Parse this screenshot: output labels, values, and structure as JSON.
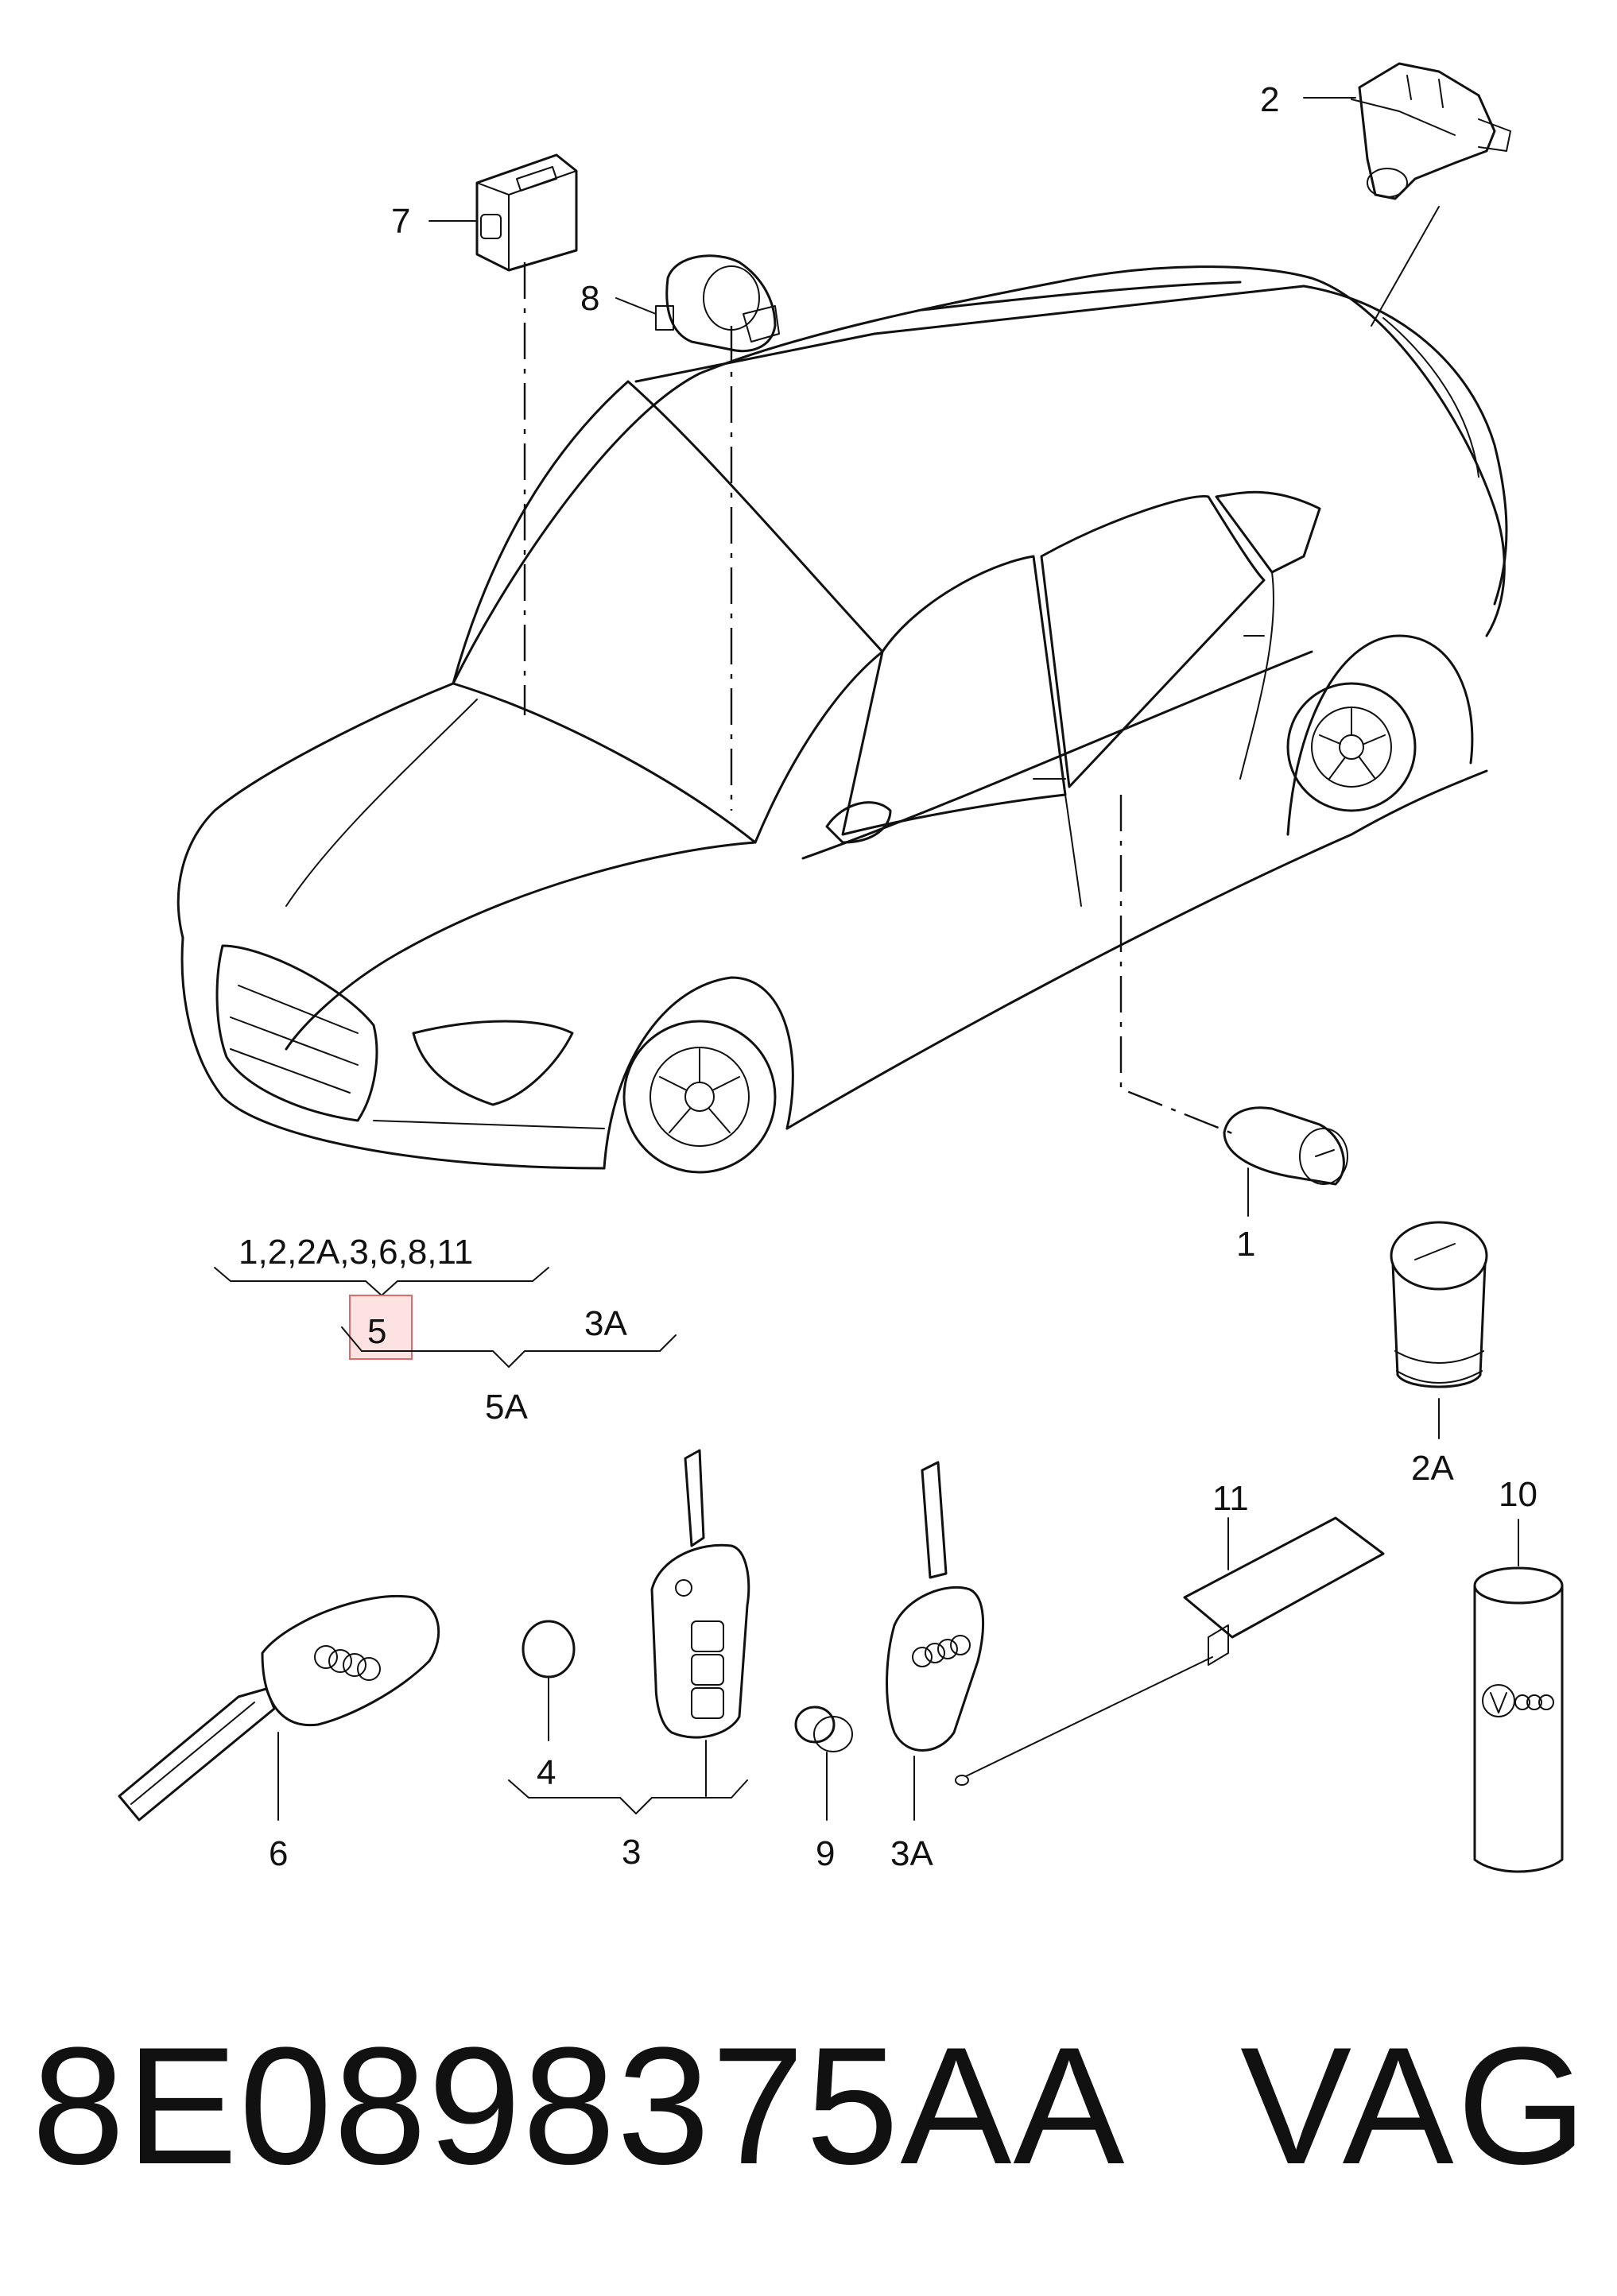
{
  "callouts": {
    "c1": "1",
    "c2": "2",
    "c2a": "2A",
    "c3": "3",
    "c3a": "3A",
    "c4": "4",
    "c5": "5",
    "c5a": "5A",
    "c6": "6",
    "c7": "7",
    "c8": "8",
    "c9": "9",
    "c10": "10",
    "c11": "11",
    "group_5_members": "1,2,2A,3,6,8,11",
    "group_5a_member": "3A"
  },
  "highlight": {
    "label": "5",
    "color": "#e06a6a"
  },
  "footer": {
    "part_number": "8E0898375AA",
    "brand": "VAG"
  }
}
